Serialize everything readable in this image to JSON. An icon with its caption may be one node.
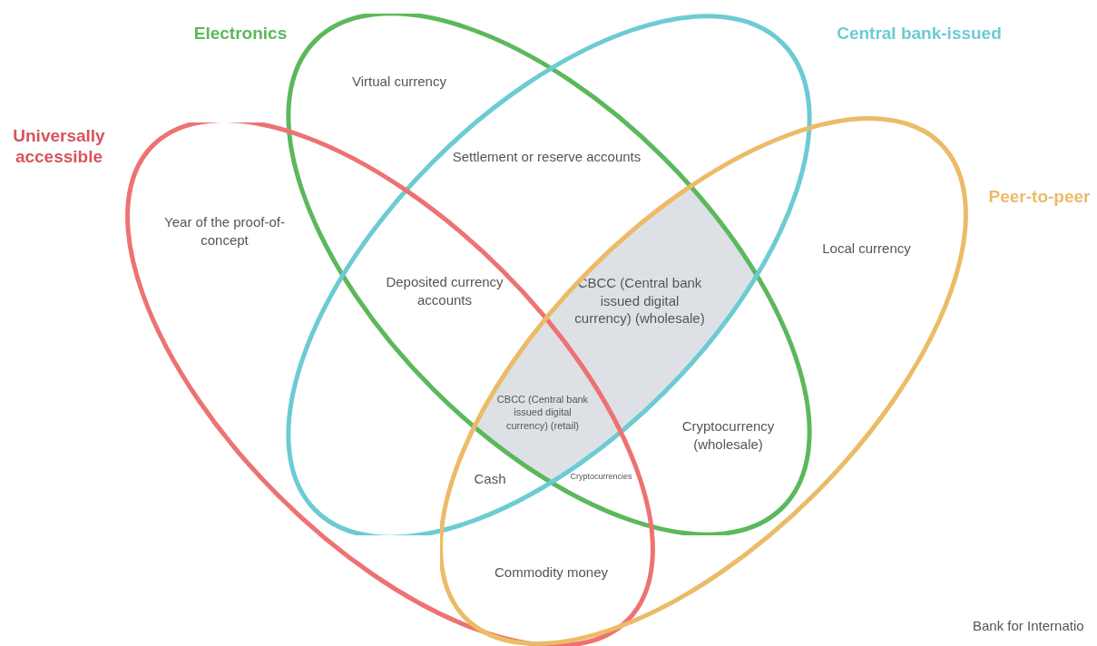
{
  "diagram": {
    "nodes": [
      {
        "text": [
          "Electronics"
        ]
      },
      {
        "text": [
          "Central bank-issued"
        ]
      },
      {
        "text": [
          "Universally accessible"
        ]
      },
      {
        "text": [
          "Peer-to-peer"
        ]
      },
      {
        "text": [
          "CBCC (Central bank issued digital currency) (wholesale)",
          "CBCC (Central bank issued digital currency) (retail)"
        ]
      }
    ],
    "labels": [
      "Virtual currency",
      "Settlement or reserve accounts",
      "Year of the proof-of-concept",
      "Local currency",
      "Deposited currency accounts",
      "Cryptocurrency (wholesale)",
      "Cash",
      "Cryptocurrencies",
      "Commodity money",
      "Bank for Internatio"
    ]
  }
}
